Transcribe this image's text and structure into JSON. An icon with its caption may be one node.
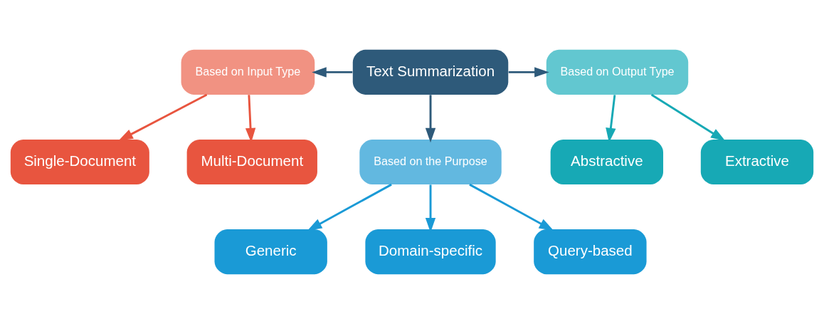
{
  "diagram": {
    "nodes": [
      {
        "text": [
          "Text Summarization"
        ]
      },
      {
        "text": [
          "Based on Input Type"
        ]
      },
      {
        "text": [
          "Single-Document"
        ]
      },
      {
        "text": [
          "Multi-Document"
        ]
      },
      {
        "text": [
          "Based on Output Type"
        ]
      },
      {
        "text": [
          "Extractive"
        ]
      },
      {
        "text": [
          "Abstractive"
        ]
      },
      {
        "text": [
          "Based on the Purpose"
        ]
      },
      {
        "text": [
          "Generic"
        ]
      },
      {
        "text": [
          "Domain-specific"
        ]
      },
      {
        "text": [
          "Query-based"
        ]
      }
    ],
    "edges": [
      {
        "from": 0,
        "to": 1,
        "arrow": "to",
        "color": "#2e5a7a"
      },
      {
        "from": 1,
        "to": 2,
        "arrow": "to",
        "color": "#e8553f"
      },
      {
        "from": 1,
        "to": 3,
        "arrow": "to",
        "color": "#e8553f"
      },
      {
        "from": 0,
        "to": 4,
        "arrow": "to",
        "color": "#2e5a7a"
      },
      {
        "from": 4,
        "to": 5,
        "arrow": "to",
        "color": "#17a9b5"
      },
      {
        "from": 4,
        "to": 6,
        "arrow": "to",
        "color": "#17a9b5"
      },
      {
        "from": 0,
        "to": 7,
        "arrow": "to",
        "color": "#2e5a7a"
      },
      {
        "from": 7,
        "to": 8,
        "arrow": "to",
        "color": "#1a9ad6"
      },
      {
        "from": 7,
        "to": 9,
        "arrow": "to",
        "color": "#1a9ad6"
      },
      {
        "from": 7,
        "to": 10,
        "arrow": "to",
        "color": "#1a9ad6"
      }
    ]
  }
}
